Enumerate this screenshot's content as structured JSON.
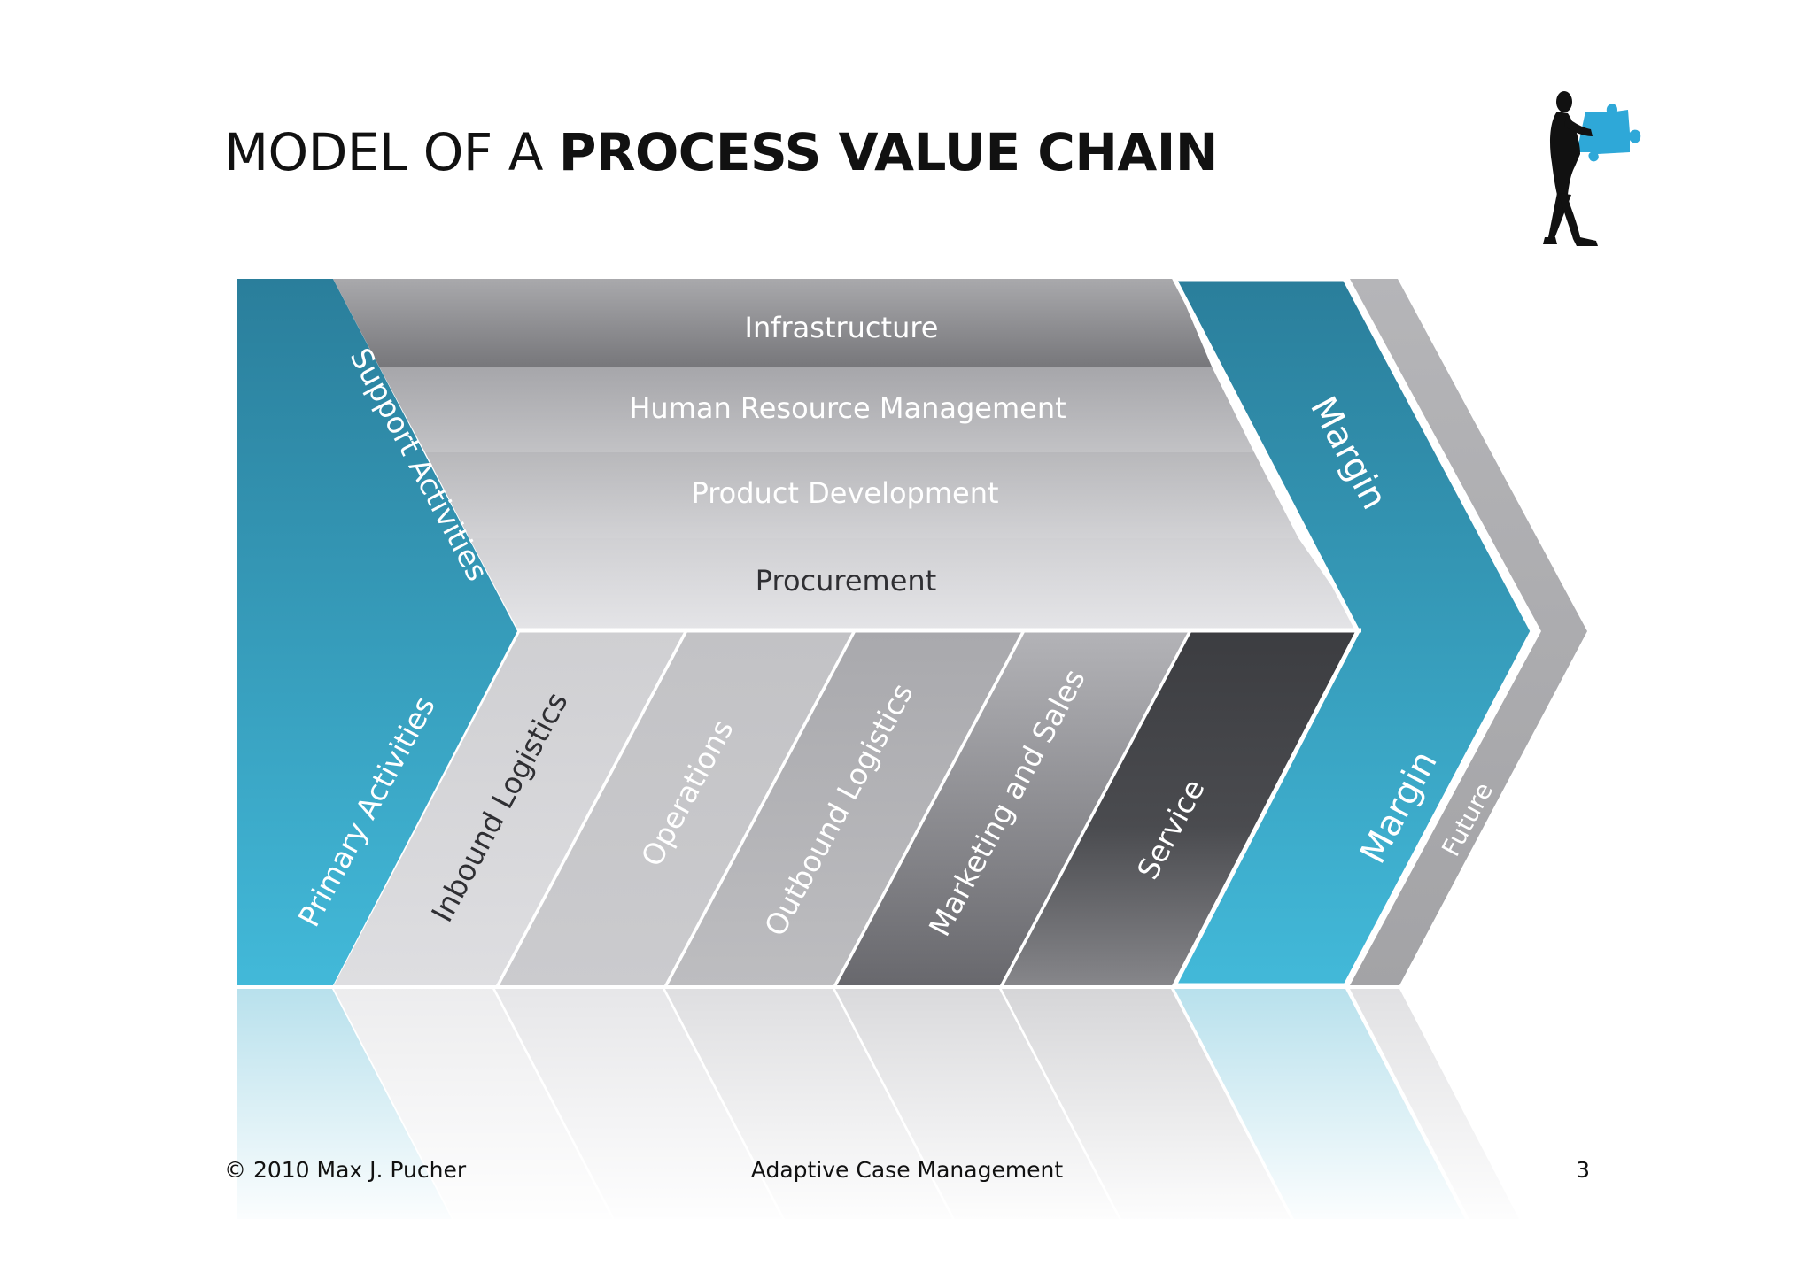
{
  "title": {
    "regular": "MODEL OF A ",
    "bold": "PROCESS VALUE CHAIN"
  },
  "support": {
    "label": "Support Activities",
    "rows": [
      "Infrastructure",
      "Human Resource Management",
      "Product Development",
      "Procurement"
    ]
  },
  "primary": {
    "label": "Primary Activities",
    "activities": [
      "Inbound Logistics",
      "Operations",
      "Outbound Logistics",
      "Marketing and Sales",
      "Service"
    ]
  },
  "margin": {
    "top_label": "Margin",
    "bottom_label": "Margin"
  },
  "future": {
    "label": "Future"
  },
  "footer": {
    "copyright": "© 2010 Max J. Pucher",
    "topic": "Adaptive Case Management",
    "page": "3"
  },
  "colors": {
    "teal_dark": "#2a7f9c",
    "teal_light": "#42b8d8",
    "service_dark": "#3f4044",
    "gray_light": "#dcdcdf"
  },
  "icons": {
    "logo": "man-carrying-puzzle-piece-icon"
  }
}
